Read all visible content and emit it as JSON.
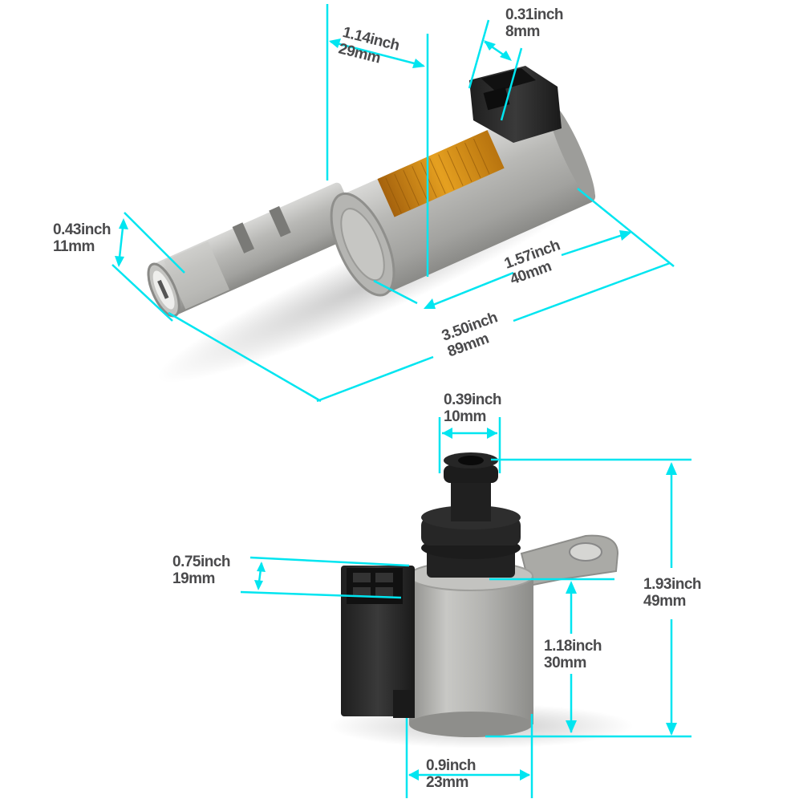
{
  "image": {
    "subject": "Transmission solenoid product dimension photo",
    "accent_color": "#00e5f0",
    "text_color": "#4a4a4c"
  },
  "top_part": {
    "name": "solenoid-with-shaft",
    "dimensions": {
      "coil_offset": {
        "inch": "1.14inch",
        "mm": "29mm"
      },
      "connector_width": {
        "inch": "0.31inch",
        "mm": "8mm"
      },
      "shaft_diameter": {
        "inch": "0.43inch",
        "mm": "11mm"
      },
      "body_length": {
        "inch": "1.57inch",
        "mm": "40mm"
      },
      "total_length": {
        "inch": "3.50inch",
        "mm": "89mm"
      }
    }
  },
  "bottom_part": {
    "name": "solenoid-with-bracket",
    "dimensions": {
      "nozzle_diameter": {
        "inch": "0.39inch",
        "mm": "10mm"
      },
      "connector_height": {
        "inch": "0.75inch",
        "mm": "19mm"
      },
      "total_height": {
        "inch": "1.93inch",
        "mm": "49mm"
      },
      "body_height": {
        "inch": "1.18inch",
        "mm": "30mm"
      },
      "body_diameter": {
        "inch": "0.9inch",
        "mm": "23mm"
      }
    }
  }
}
